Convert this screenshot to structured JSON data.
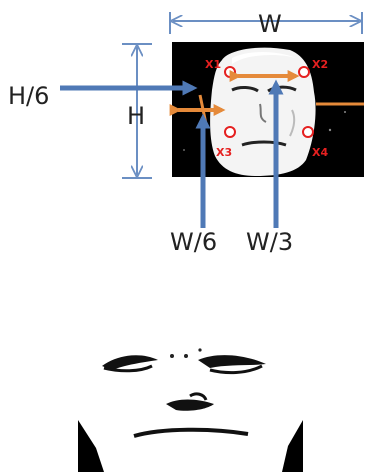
{
  "diagram": {
    "width_label": "W",
    "height_label": "H",
    "h_sixth_label": "H/6",
    "w_sixth_label": "W/6",
    "w_third_label": "W/3",
    "points": [
      "X1",
      "X2",
      "X3",
      "X4"
    ]
  },
  "colors": {
    "dimension_blue": "#6b8fc3",
    "arrow_blue": "#4f79b6",
    "arrow_orange": "#e58a3a",
    "marker_red": "#e52020",
    "background": "#000000"
  }
}
